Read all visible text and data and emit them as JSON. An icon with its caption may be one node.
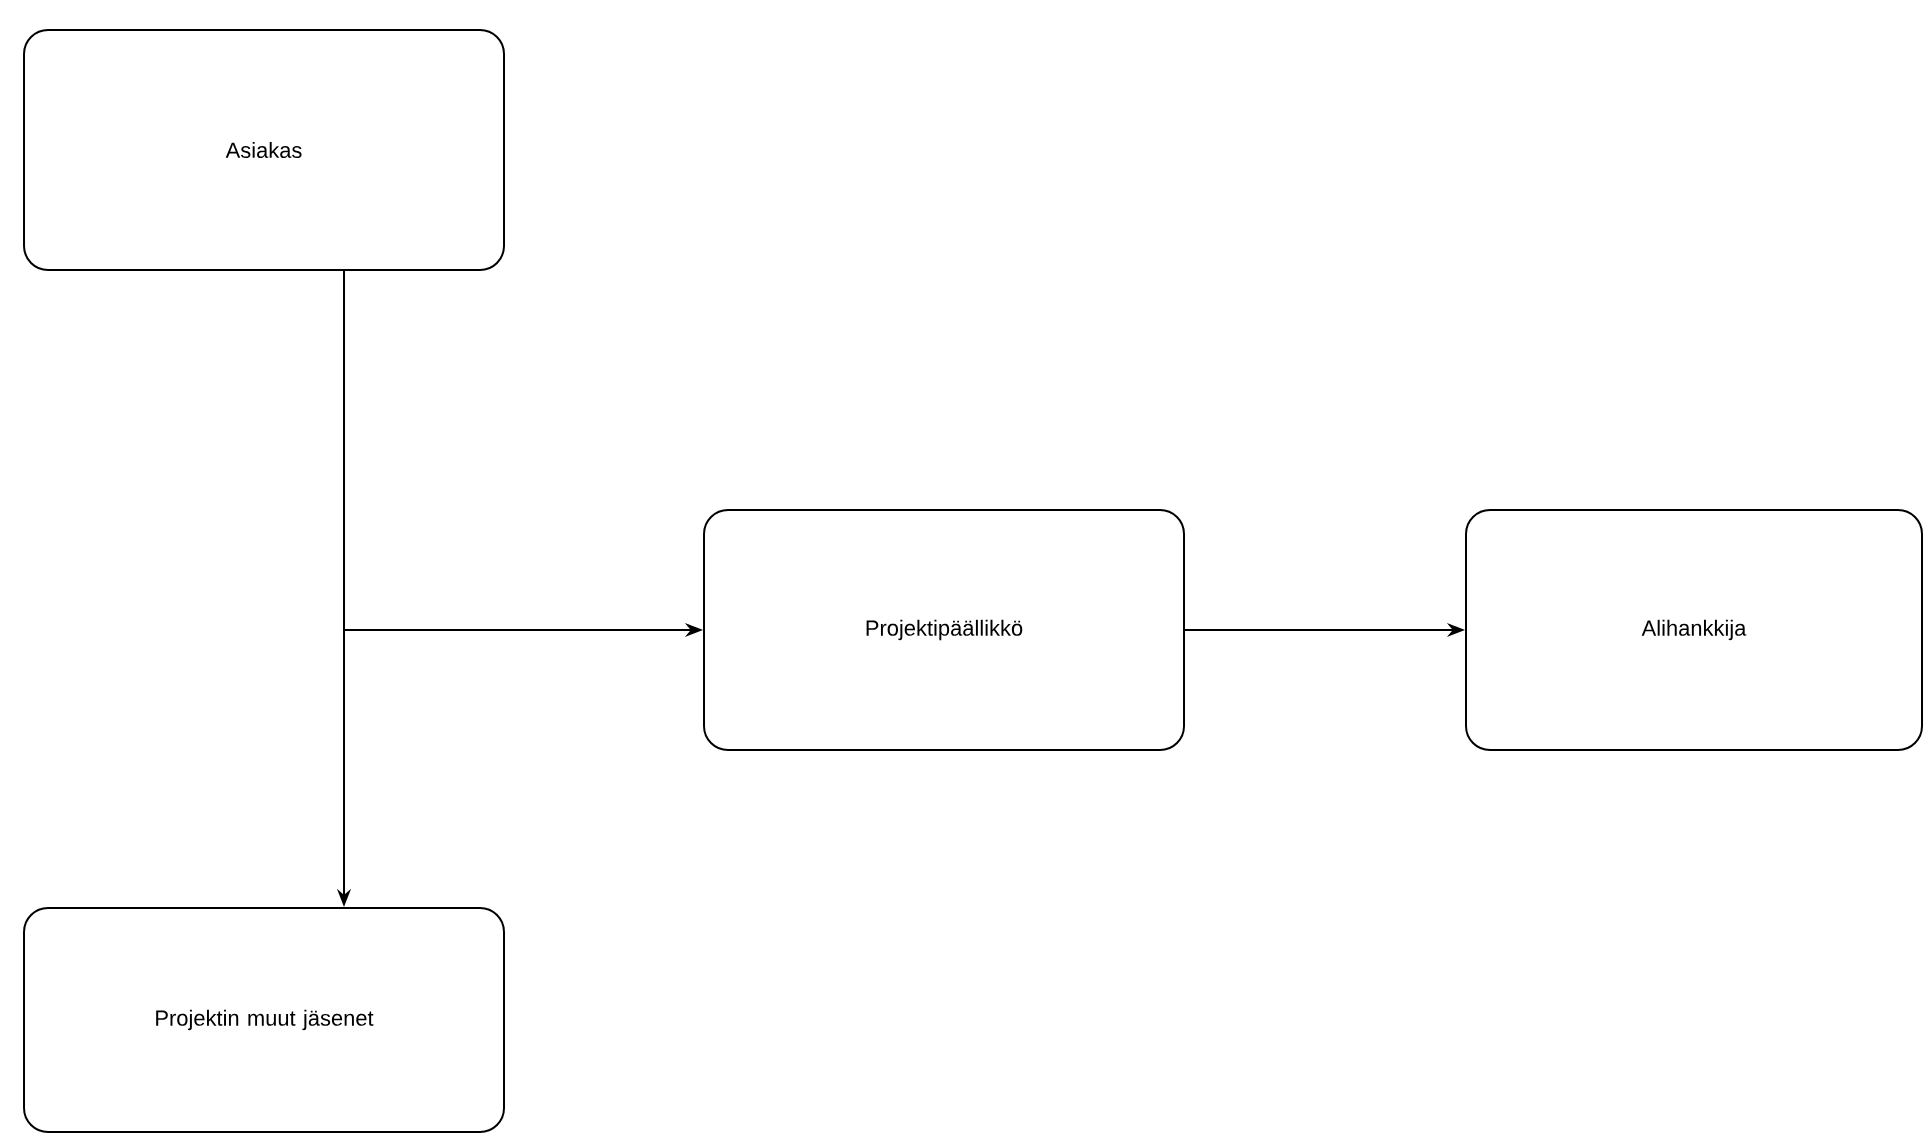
{
  "diagram": {
    "nodes": [
      {
        "text": [
          "Asiakas"
        ]
      },
      {
        "text": [
          "Projektipäällikkö"
        ]
      },
      {
        "text": [
          "Alihankkija"
        ]
      },
      {
        "text": [
          "Projektin muut jäsenet"
        ]
      }
    ],
    "edges": [
      {
        "from": 0,
        "to": 3,
        "arrow": "to"
      },
      {
        "from": 0,
        "to": 1,
        "arrow": "to"
      },
      {
        "from": 1,
        "to": 2,
        "arrow": "to"
      }
    ]
  }
}
